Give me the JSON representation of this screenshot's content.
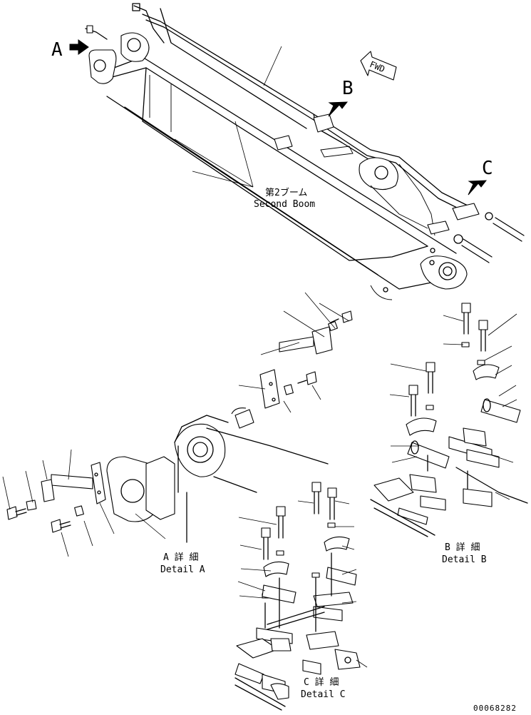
{
  "callouts": {
    "a": "A",
    "b": "B",
    "c": "C",
    "fwd": "FWD"
  },
  "boom_label": {
    "jp": "第2ブーム",
    "en": "Second Boom"
  },
  "details": {
    "a": {
      "jp": "A 詳 細",
      "en": "Detail A"
    },
    "b": {
      "jp": "B 詳 細",
      "en": "Detail B"
    },
    "c": {
      "jp": "C 詳 細",
      "en": "Detail C"
    }
  },
  "drawing_number": "00068282"
}
